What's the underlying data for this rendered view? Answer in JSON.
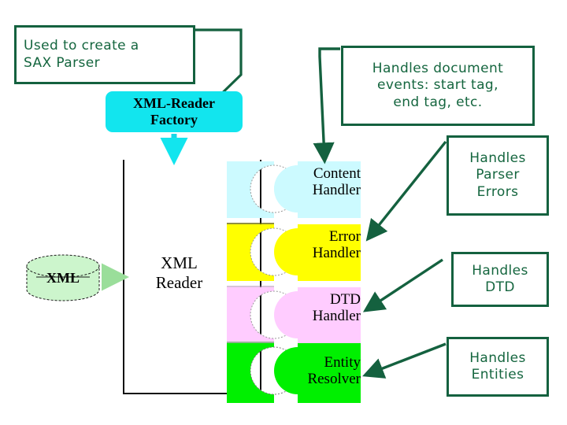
{
  "slide": {
    "background": "#ffffff",
    "accent_green": "#14613f",
    "cyan": "#12E5EE"
  },
  "notes": [
    {
      "id": "note-factory",
      "name": "callout-used-to-create-sax-parser",
      "lines": [
        "Used to create a",
        "SAX Parser"
      ],
      "text": "Used to create a SAX Parser"
    },
    {
      "id": "note-content",
      "name": "callout-handles-document-events",
      "lines": [
        "Handles document",
        "events: start tag,",
        "end tag, etc."
      ],
      "text": "Handles document events: start tag, end tag, etc."
    },
    {
      "id": "note-error",
      "name": "callout-handles-parser-errors",
      "lines": [
        "Handles",
        "Parser",
        "Errors"
      ],
      "text": "Handles Parser Errors"
    },
    {
      "id": "note-dtd",
      "name": "callout-handles-dtd",
      "lines": [
        "Handles",
        "DTD"
      ],
      "text": "Handles DTD"
    },
    {
      "id": "note-entity",
      "name": "callout-handles-entities",
      "lines": [
        "Handles",
        "Entities"
      ],
      "text": "Handles Entities"
    }
  ],
  "factory": {
    "line1": "XML-Reader",
    "line2": "Factory",
    "color": "#12E5EE"
  },
  "source": {
    "label": "XML",
    "fill": "#CCF5CC",
    "shape": "cylinder"
  },
  "reader": {
    "line1": "XML",
    "line2": "Reader"
  },
  "handlers": [
    {
      "line1": "Content",
      "line2": "Handler",
      "color": "#CCFAFF",
      "name": "content-handler"
    },
    {
      "line1": "Error",
      "line2": "Handler",
      "color": "#FFFF00",
      "name": "error-handler"
    },
    {
      "line1": "DTD",
      "line2": "Handler",
      "color": "#FFCCFF",
      "name": "dtd-handler"
    },
    {
      "line1": "Entity",
      "line2": "Resolver",
      "color": "#00F000",
      "name": "entity-resolver"
    }
  ]
}
